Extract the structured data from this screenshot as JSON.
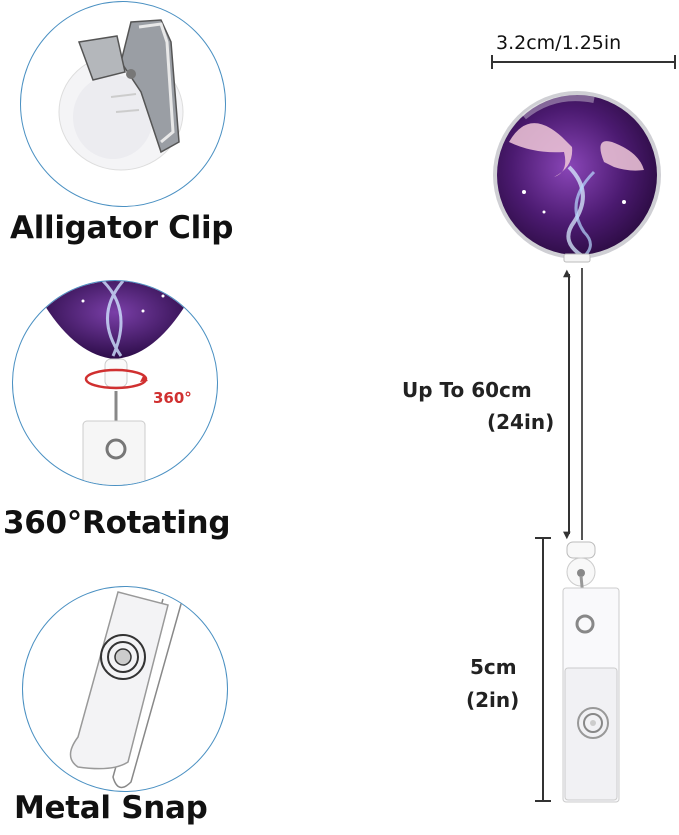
{
  "features": [
    {
      "label": "Alligator Clip",
      "icon": "alligator-clip-image"
    },
    {
      "label": "360°Rotating",
      "icon": "rotating-swivel-image",
      "badge": "360°"
    },
    {
      "label": "Metal Snap",
      "icon": "metal-snap-image"
    }
  ],
  "dimensions": {
    "diameter": "3.2cm/1.25in",
    "cord_length_line1": "Up To 60cm",
    "cord_length_line2": "(24in)",
    "strap_length_line1": "5cm",
    "strap_length_line2": "(2in)"
  },
  "colors": {
    "circle_border": "#4a90c2",
    "badge_purple": "#4a1a6e",
    "rotate_arrow": "#d03030",
    "text": "#111111"
  }
}
